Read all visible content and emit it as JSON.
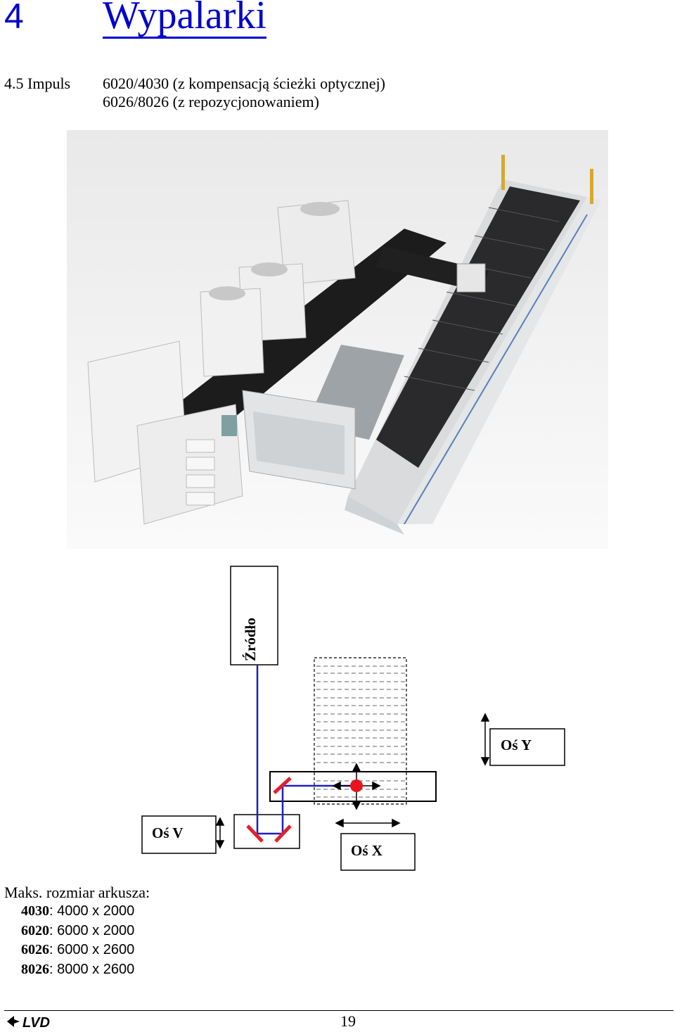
{
  "header": {
    "chapter_number": "4",
    "chapter_title": "Wypalarki"
  },
  "subheading": {
    "section": "4.5 Impuls",
    "line1": "6020/4030 (z kompensacją ścieżki optycznej)",
    "line2": "6026/8026 (z repozycjonowaniem)"
  },
  "diagram": {
    "source_label": "Źródło",
    "axis_y_label": "Oś Y",
    "axis_v_label": "Oś V",
    "axis_x_label": "Oś X",
    "beam_color": "#1f1fbf",
    "mirror_color": "#e0202a",
    "head_color": "#e8141e"
  },
  "specs": {
    "heading": "Maks. rozmiar arkusza:",
    "items": [
      {
        "model": "4030",
        "size": ": 4000 x 2000"
      },
      {
        "model": "6020",
        "size": ": 6000 x 2000"
      },
      {
        "model": "6026",
        "size": ": 6000 x 2600"
      },
      {
        "model": "8026",
        "size": ": 8000 x 2600"
      }
    ]
  },
  "footer": {
    "logo_text": "LVD",
    "page_number": "19"
  }
}
